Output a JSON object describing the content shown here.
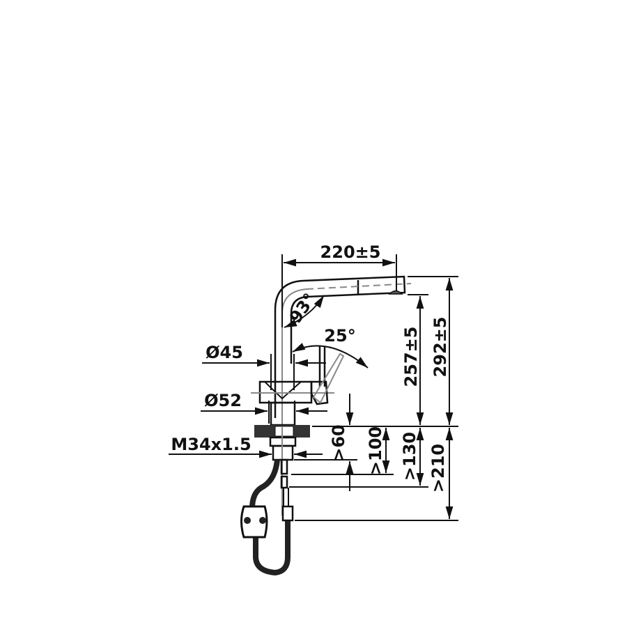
{
  "drawing": {
    "dimensions": {
      "spout_reach": "220±5",
      "spout_angle": "93°",
      "lever_angle": "25°",
      "body_diameter_top": "Ø45",
      "body_diameter_base": "Ø52",
      "thread": "M34x1.5",
      "outlet_height": "257±5",
      "total_height": "292±5",
      "min_60": ">60",
      "min_100": ">100",
      "min_130": ">130",
      "min_210": ">210"
    },
    "colors": {
      "line": "#111111",
      "centerline": "#888888"
    }
  }
}
